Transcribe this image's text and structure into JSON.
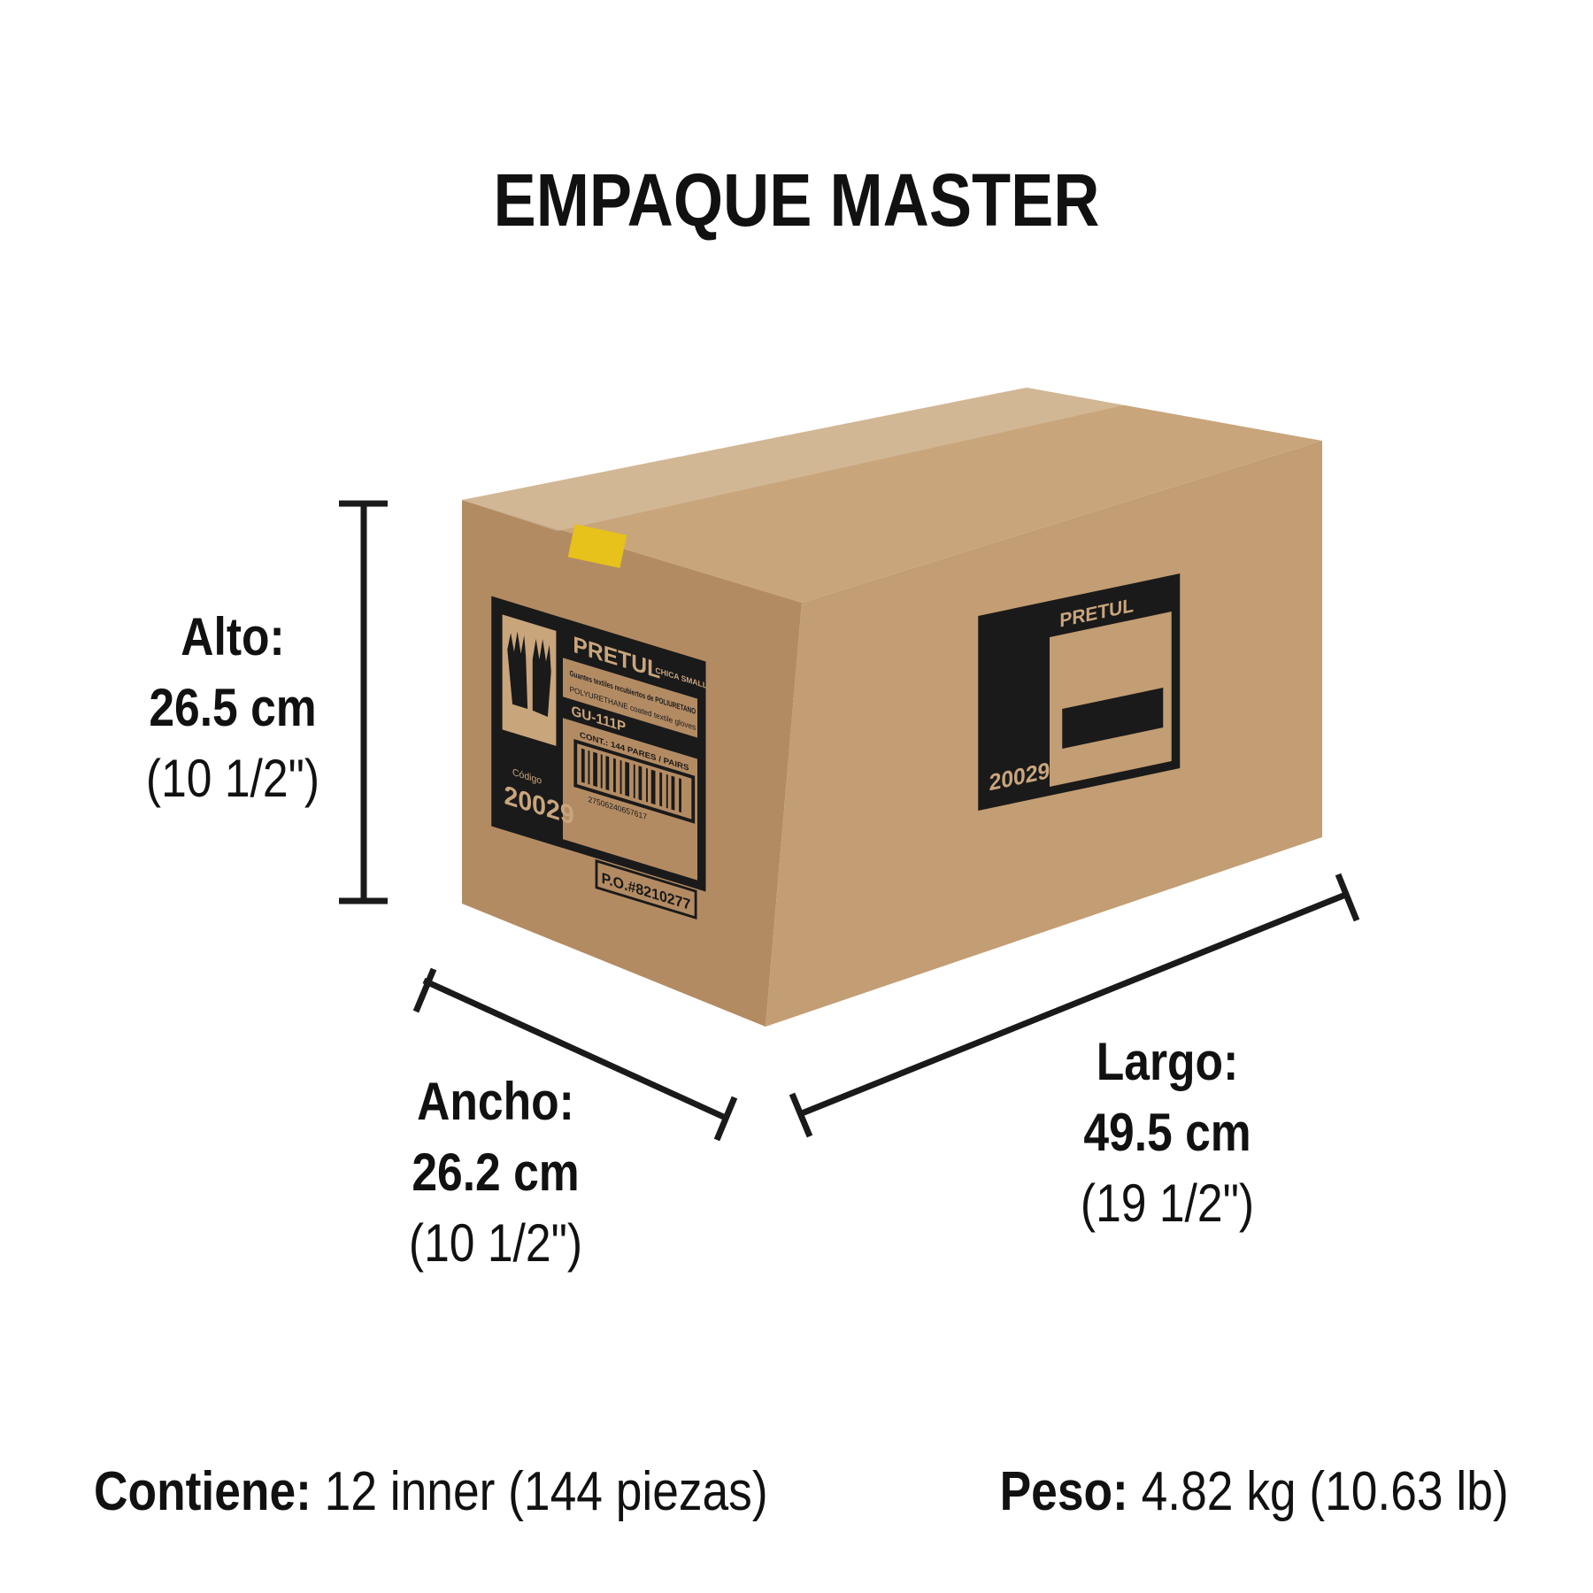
{
  "title": "EMPAQUE MASTER",
  "dimensions": {
    "alto": {
      "label": "Alto:",
      "metric": "26.5 cm",
      "imperial": "(10 1/2\")"
    },
    "ancho": {
      "label": "Ancho:",
      "metric": "26.2 cm",
      "imperial": "(10 1/2\")"
    },
    "largo": {
      "label": "Largo:",
      "metric": "49.5 cm",
      "imperial": "(19 1/2\")"
    }
  },
  "footer": {
    "contiene_label": "Contiene:",
    "contiene_value": "12 inner (144 piezas)",
    "peso_label": "Peso:",
    "peso_value": "4.82 kg (10.63 lb)"
  },
  "box_label": {
    "brand": "PRETUL",
    "size": "CHICA SMALL",
    "desc_es": "Guantes textiles recubiertos de POLIURETANO",
    "desc_en": "POLYURETHANE coated textile gloves",
    "clave": "GU-111P",
    "codigo_label": "Código",
    "codigo": "20029",
    "cont": "CONT.: 144 PARES / PAIRS",
    "barcode_number": "27506240657617",
    "po": "P.O.#8210277"
  },
  "colors": {
    "cardboard_top": "#c9a47a",
    "cardboard_side": "#b89068",
    "cardboard_front": "#c29c72",
    "ink": "#1a1a1a",
    "tape": "#e6c21a"
  }
}
